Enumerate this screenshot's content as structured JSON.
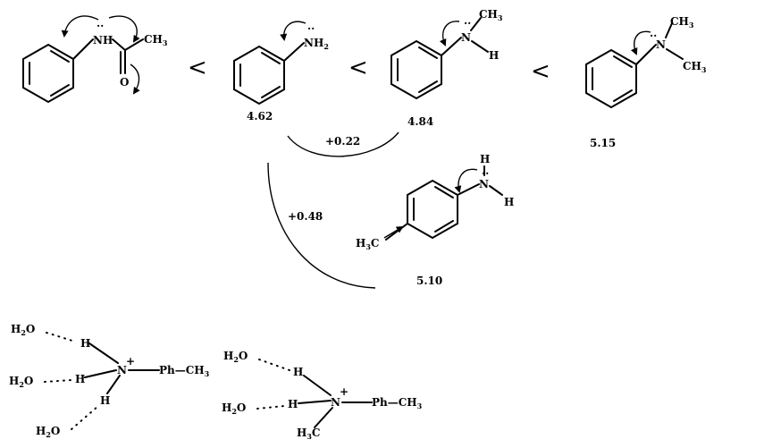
{
  "symbols": {
    "less_than": "<",
    "lone_pair": "··",
    "plus": "+",
    "dash": "—"
  },
  "atoms": {
    "N": "N",
    "H": "H",
    "NH": "NH",
    "C": "C",
    "O": "O",
    "CH3_base": "CH",
    "sub3": "3",
    "H3_base": "H",
    "NH2_base": "NH",
    "sub2": "2",
    "H2O_base": "H",
    "H2O_tail": "O",
    "Ph": "Ph",
    "dots": "· · ·"
  },
  "pka_values": {
    "aniline": "4.62",
    "n_methylaniline": "4.84",
    "nn_dimethylaniline": "5.15",
    "p_toluidine": "5.10"
  },
  "shifts": {
    "methyl_n": "+0.22",
    "methyl_para": "+0.48"
  },
  "colors": {
    "ink": "#000000",
    "background": "#ffffff"
  }
}
